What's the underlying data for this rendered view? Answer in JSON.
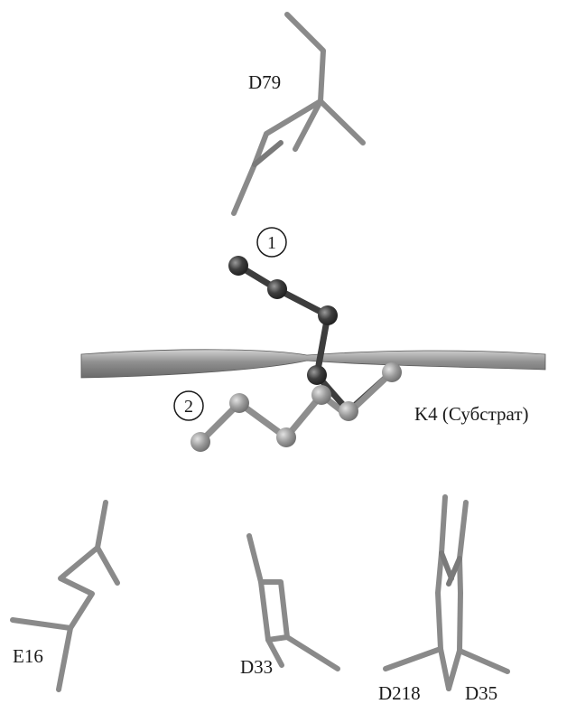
{
  "labels": {
    "d79": "D79",
    "conf1": "1",
    "conf2": "2",
    "substrate": "K4 (Субстрат)",
    "e16": "E16",
    "d33": "D33",
    "d218": "D218",
    "d35": "D35"
  },
  "colors": {
    "background": "#ffffff",
    "residue_stick": "#8a8a8a",
    "conformation_1": "#3d3d3d",
    "conformation_2": "#8e8e8e",
    "backbone_tube": "#9a9a9a"
  }
}
